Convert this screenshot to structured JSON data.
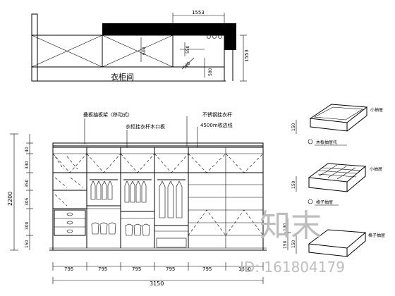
{
  "plan": {
    "title": "衣柜间",
    "dims": [
      "1553",
      "1553",
      "600",
      "550",
      "580"
    ]
  },
  "elevation": {
    "notes": [
      "叠板抽板架（移动式）",
      "衣柜挂衣杆木口板",
      "不锈钢挂衣杆",
      "4500m收边线"
    ],
    "bottom_dims": [
      "795",
      "795",
      "795",
      "795",
      "795",
      "1550"
    ],
    "total_width": "3150",
    "left_total": "2200",
    "left_dims": [
      "40",
      "330",
      "350",
      "305",
      "300",
      "150"
    ],
    "right_dims": [
      "140",
      "150"
    ]
  },
  "details": {
    "labels": [
      "小抽屉",
      "小抽屉",
      "格子抽屉"
    ],
    "notes": [
      "木板抽屉托",
      "格子抽屉"
    ],
    "dims": [
      "150",
      "150",
      "150"
    ]
  },
  "watermark": {
    "logo": "知末",
    "id_text": "ID: 161804179"
  }
}
